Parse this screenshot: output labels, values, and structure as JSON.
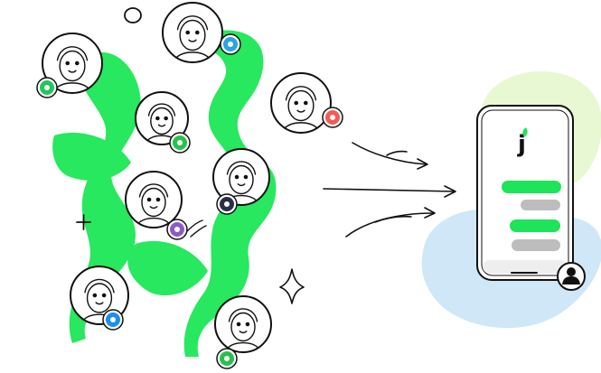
{
  "brand": {
    "logo_letter": "j",
    "accent": "#1ee45a",
    "accent_dark": "#16b84a"
  },
  "colors": {
    "ink": "#111111",
    "blob_green": "#27e85e",
    "blob_light_green": "#e8f8d2",
    "blob_light_blue": "#cfe7f7",
    "bubble_gray": "#bdbdbd"
  },
  "contacts": [
    {
      "name": "contact-1",
      "channel": "phone-icon",
      "channel_color": "#22c55e"
    },
    {
      "name": "contact-2",
      "channel": "telegram-icon",
      "channel_color": "#2aa4e6"
    },
    {
      "name": "contact-3",
      "channel": "email-icon",
      "channel_color": "#f25c54"
    },
    {
      "name": "contact-4",
      "channel": "chat-icon",
      "channel_color": "#27c24c"
    },
    {
      "name": "contact-5",
      "channel": "camera-icon",
      "channel_color": "#2a2f45"
    },
    {
      "name": "contact-6",
      "channel": "viber-icon",
      "channel_color": "#8b5cc6"
    },
    {
      "name": "contact-7",
      "channel": "messenger-icon",
      "channel_color": "#1d8ef0"
    },
    {
      "name": "contact-8",
      "channel": "whatsapp-icon",
      "channel_color": "#27c24c"
    }
  ],
  "phone": {
    "chat_bubbles": [
      {
        "side": "left",
        "color": "#1ee45a"
      },
      {
        "side": "right",
        "color": "#bdbdbd"
      },
      {
        "side": "left",
        "color": "#1ee45a"
      },
      {
        "side": "right",
        "color": "#bdbdbd"
      }
    ],
    "agent_icon": "user-icon"
  }
}
